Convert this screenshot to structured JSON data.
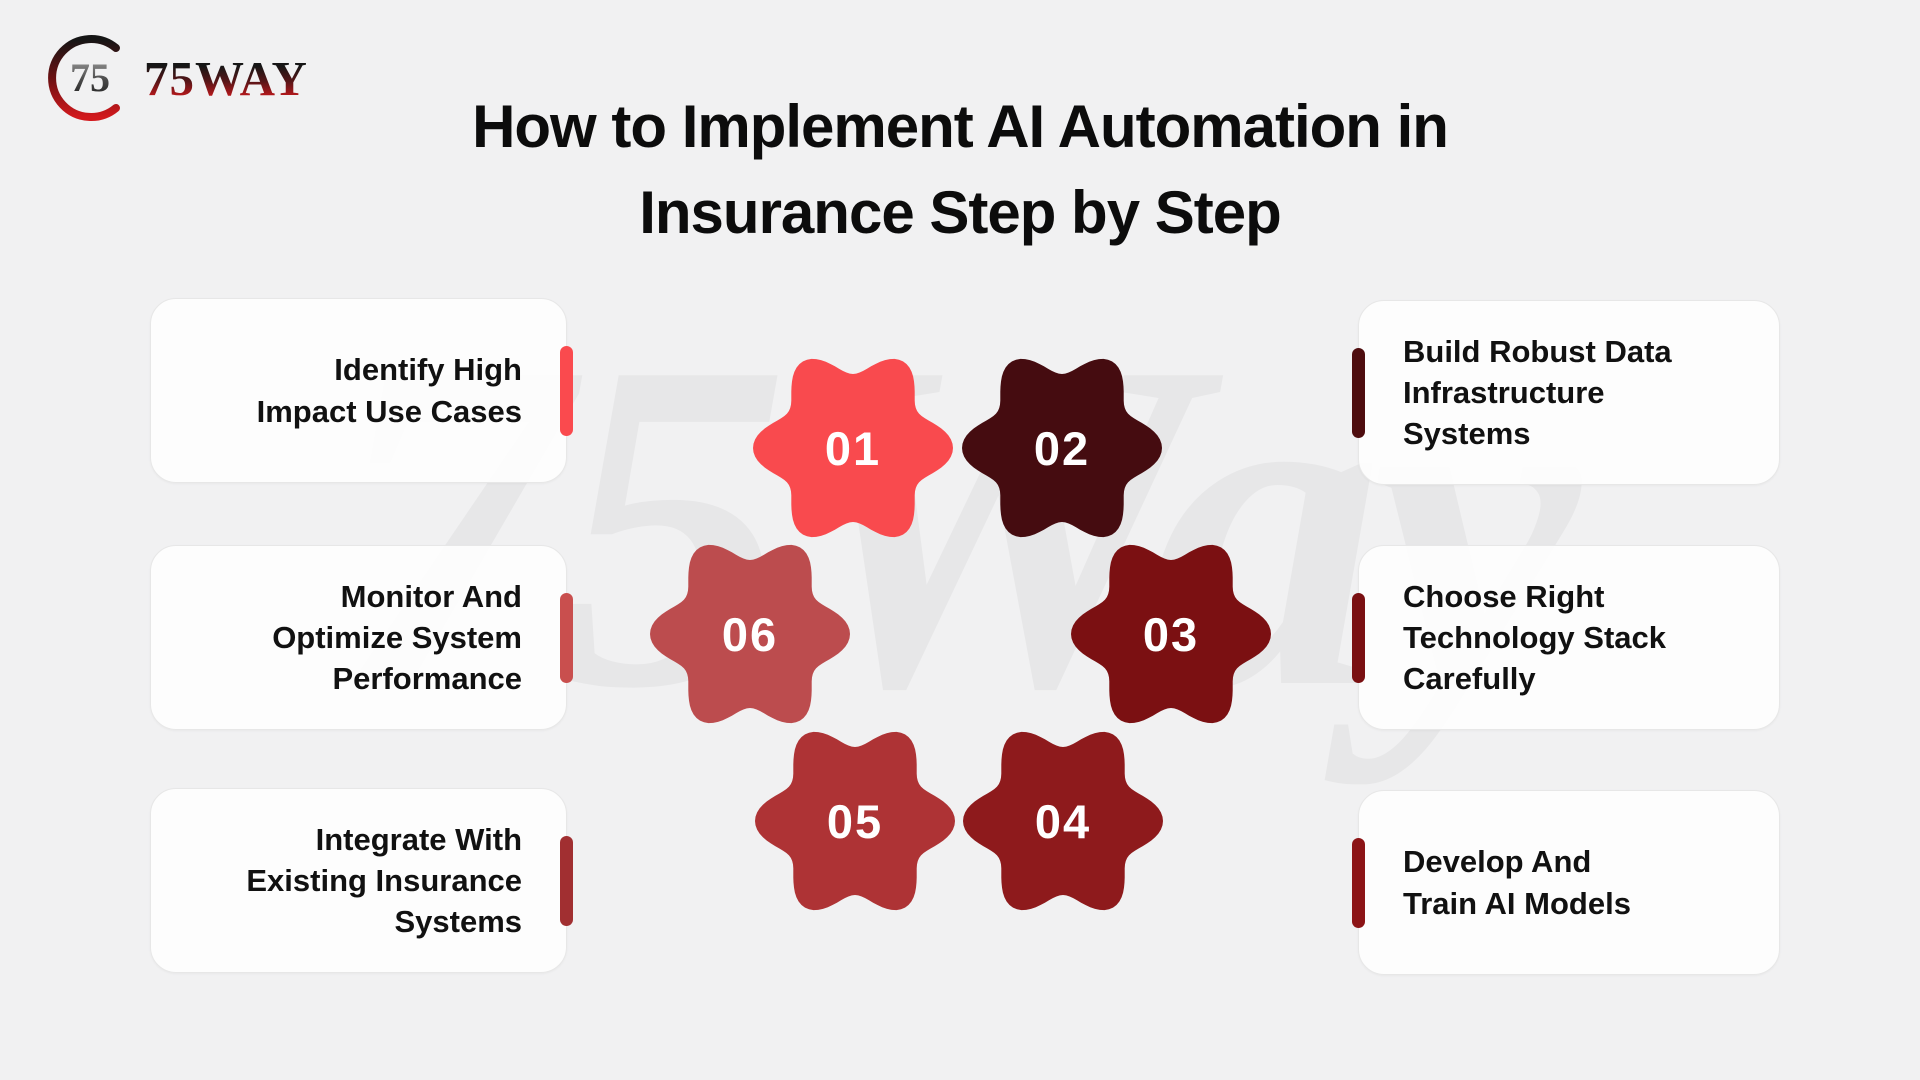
{
  "background_color": "#f1f1f2",
  "logo": {
    "brand": "75WAY",
    "monogram": "75"
  },
  "title": {
    "line1": "How to Implement AI Automation in",
    "line2": "Insurance Step by Step"
  },
  "watermark_text": "75Way",
  "steps": [
    {
      "number": "01",
      "label": "Identify High\nImpact Use Cases",
      "badge_color": "#f94a4e",
      "bar_color": "#fa4a4e",
      "side": "left"
    },
    {
      "number": "02",
      "label": "Build Robust Data\nInfrastructure\nSystems",
      "badge_color": "#450c10",
      "bar_color": "#4e0d0f",
      "side": "right"
    },
    {
      "number": "03",
      "label": "Choose Right\nTechnology Stack\nCarefully",
      "badge_color": "#7b1012",
      "bar_color": "#7a1012",
      "side": "right"
    },
    {
      "number": "04",
      "label": "Develop And\nTrain AI Models",
      "badge_color": "#8e1a1c",
      "bar_color": "#8c1416",
      "side": "right"
    },
    {
      "number": "05",
      "label": "Integrate With\nExisting Insurance\nSystems",
      "badge_color": "#ae3335",
      "bar_color": "#a12f31",
      "side": "left"
    },
    {
      "number": "06",
      "label": "Monitor And\nOptimize System\nPerformance",
      "badge_color": "#bc4c4e",
      "bar_color": "#c94f4e",
      "side": "left"
    }
  ]
}
